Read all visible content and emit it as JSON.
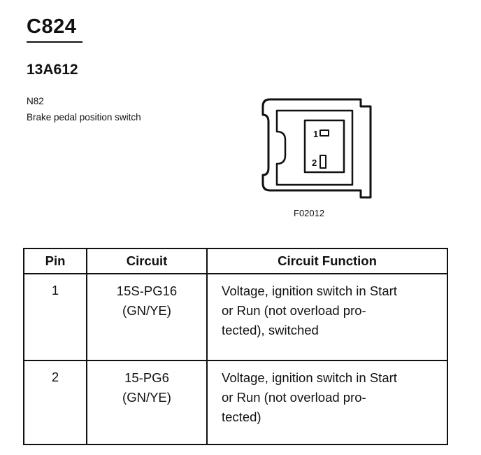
{
  "header": {
    "connector_id": "C824",
    "part_number": "13A612"
  },
  "component": {
    "code": "N82",
    "name": "Brake pedal position switch"
  },
  "figure": {
    "id": "F02012",
    "pin_labels": [
      "1",
      "2"
    ]
  },
  "table": {
    "columns": [
      "Pin",
      "Circuit",
      "Circuit Function"
    ],
    "rows": [
      {
        "pin": "1",
        "circuit": [
          "15S-PG16",
          "(GN/YE)"
        ],
        "function": [
          "Voltage, ignition switch in Start",
          "or Run (not overload pro-",
          "tected), switched"
        ]
      },
      {
        "pin": "2",
        "circuit": [
          "15-PG6",
          "(GN/YE)"
        ],
        "function": [
          "Voltage, ignition switch in Start",
          "or Run (not overload pro-",
          "tected)"
        ]
      }
    ]
  }
}
